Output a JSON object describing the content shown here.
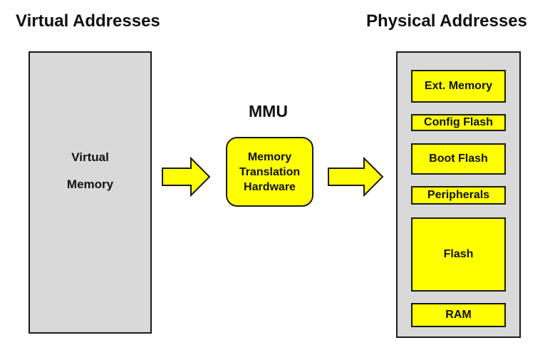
{
  "virtual_side": {
    "heading": "Virtual Addresses",
    "box_lines": [
      "Virtual",
      "Memory"
    ]
  },
  "mmu": {
    "heading": "MMU",
    "box_lines": [
      "Memory",
      "Translation",
      "Hardware"
    ]
  },
  "physical_side": {
    "heading": "Physical Addresses",
    "regions": [
      {
        "label": "Ext. Memory"
      },
      {
        "label": "Config Flash"
      },
      {
        "label": "Boot Flash"
      },
      {
        "label": "Peripherals"
      },
      {
        "label": "Flash"
      },
      {
        "label": "RAM"
      }
    ]
  },
  "colors": {
    "box_fill_gray": "#d9d9d9",
    "highlight_yellow": "#ffff00",
    "outline": "#1a1a1a"
  },
  "icons": {
    "flow_arrow": "right-block-arrow-icon"
  }
}
